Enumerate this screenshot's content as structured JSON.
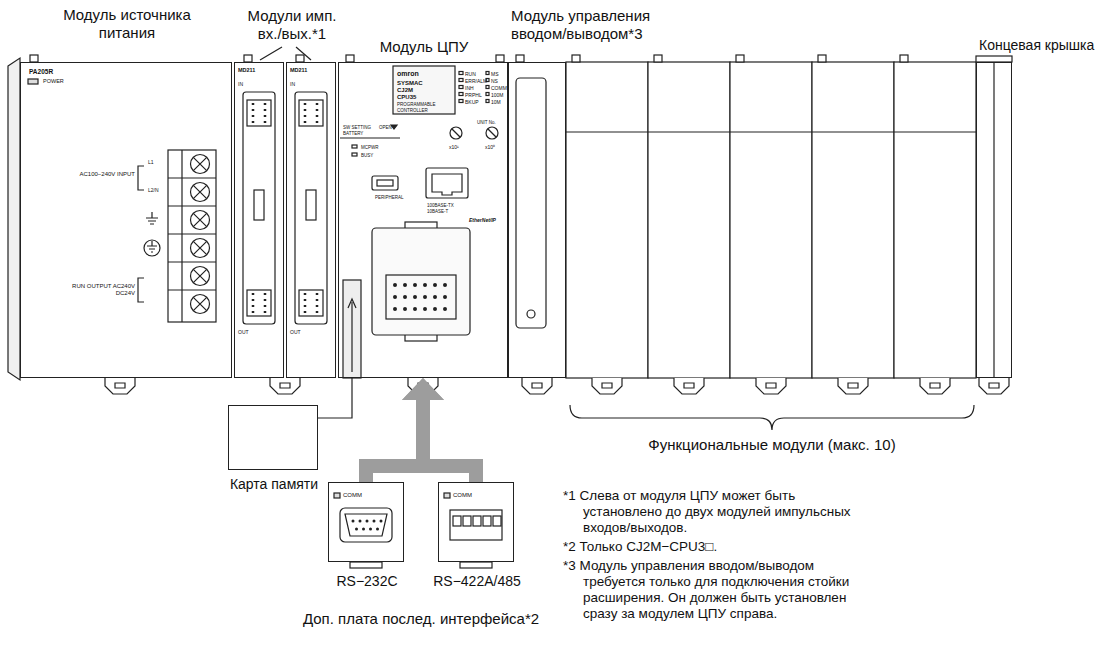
{
  "diagram": {
    "nodes": [
      {
        "text": [
          "Модуль источника питания",
          "PA205R",
          "POWER",
          "AC100−240V INPUT",
          "L1",
          "L2/N",
          "RUN OUTPUT AC240V DC24V"
        ]
      },
      {
        "text": [
          "MD211",
          "IN",
          "OUT"
        ]
      },
      {
        "text": [
          "MD211",
          "IN",
          "OUT"
        ]
      },
      {
        "text": [
          "Модуль ЦПУ",
          "omron",
          "SYSMAC",
          "CJ2M",
          "CPU35",
          "PROGRAMMABLE CONTROLLER",
          "RUN ERR/ALM INH PRPHL BKUP",
          "MS NS COMM 100M 10M",
          "SW SETTING BATTERY",
          "OPEN",
          "MCPWR",
          "BUSY",
          "UNIT No.",
          "x10¹",
          "x10⁰",
          "PERIPHERAL",
          "100BASE-TX 10BASE-T",
          "EtherNet/IP"
        ]
      },
      {
        "text": [
          "Модуль управления вводом/выводом*3"
        ]
      },
      {
        "text": [
          "Концевая крышка"
        ]
      },
      {
        "text": [
          "Карта памяти"
        ]
      },
      {
        "text": [
          "COMM",
          "RS−232C"
        ]
      },
      {
        "text": [
          "COMM",
          "RS−422A/485"
        ]
      }
    ],
    "edges": [
      {
        "from": 6,
        "to": 3,
        "arrow": "none"
      },
      {
        "from": 7,
        "to": 3,
        "arrow": "to"
      },
      {
        "from": 8,
        "to": 3,
        "arrow": "to"
      }
    ],
    "labels": [
      "Модули имп. вх./вых.*1",
      "Функциональные модули (макс. 10)",
      "Доп. плата послед. интерфейса*2",
      "*1 Слева от модуля ЦПУ может быть установлено до двух модулей импульсных входов/выходов.",
      "*2 Только CJ2M−CPU3□.",
      "*3 Модуль управления вводом/выводом требуется только для подключения стойки расширения. Он должен быть установлен сразу за модулем ЦПУ справа."
    ]
  }
}
